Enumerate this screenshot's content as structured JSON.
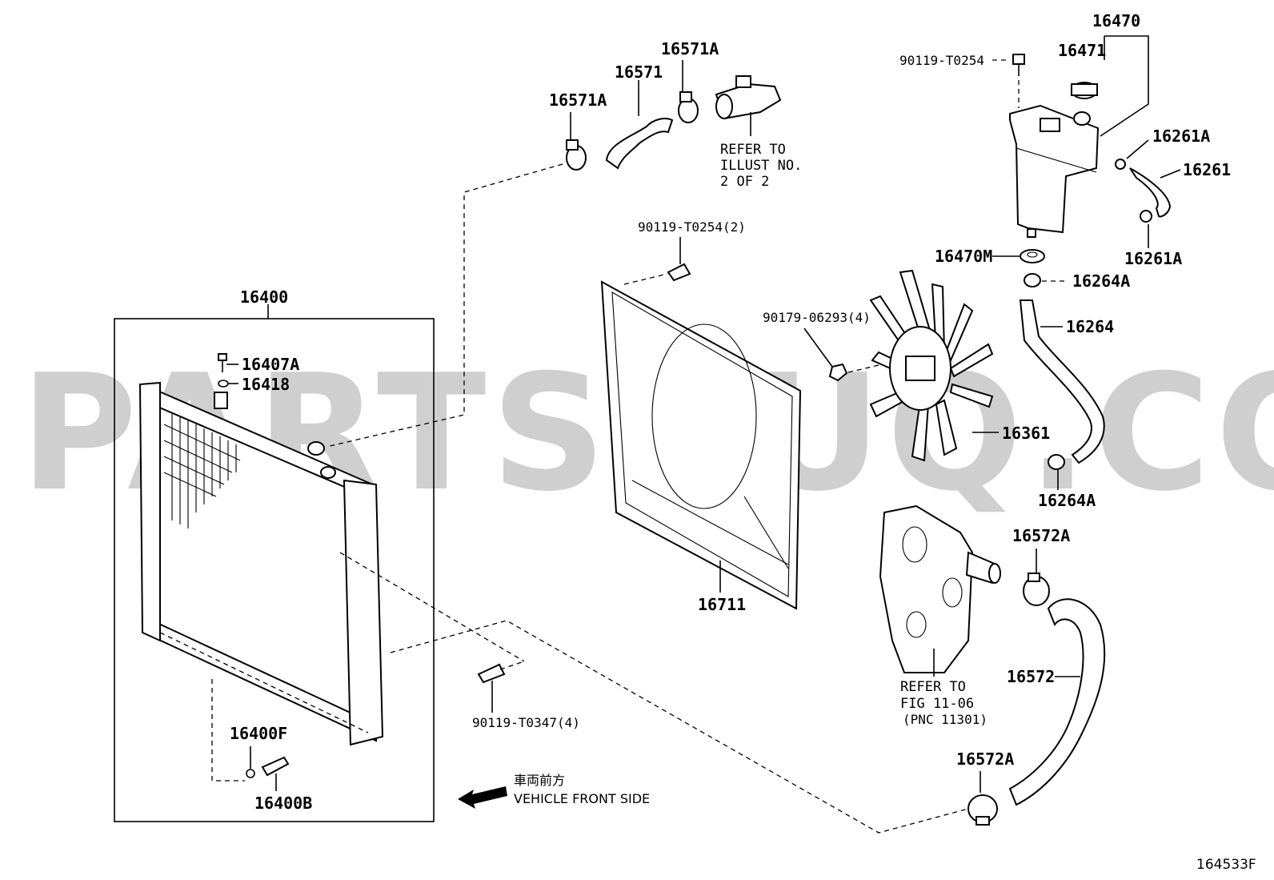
{
  "watermark": "PARTSOUQ.COM",
  "figure_id": "164533F",
  "front_note_jp": "車両前方",
  "front_note_en": "VEHICLE FRONT SIDE",
  "labels": {
    "p16400": "16400",
    "p16407A": "16407A",
    "p16418": "16418",
    "p16400F": "16400F",
    "p16400B": "16400B",
    "p16571A_left": "16571A",
    "p16571": "16571",
    "p16571A_top": "16571A",
    "refer_illust_1": "REFER TO",
    "refer_illust_2": "ILLUST NO.",
    "refer_illust_3": "2 OF 2",
    "p90119_T0254_2": "90119-T0254(2)",
    "p16711": "16711",
    "p90119_T0347_4": "90119-T0347(4)",
    "p90179_06293_4": "90179-06293(4)",
    "p16361": "16361",
    "refer_fig_1": "REFER TO",
    "refer_fig_2": "FIG 11-06",
    "refer_fig_3": "(PNC 11301)",
    "p16470": "16470",
    "p16471": "16471",
    "p90119_T0254": "90119-T0254",
    "p16261A_top": "16261A",
    "p16261": "16261",
    "p16261A_bottom": "16261A",
    "p16470M": "16470M",
    "p16264A_top": "16264A",
    "p16264": "16264",
    "p16264A_bottom": "16264A",
    "p16572A_top": "16572A",
    "p16572": "16572",
    "p16572A_bottom": "16572A"
  }
}
